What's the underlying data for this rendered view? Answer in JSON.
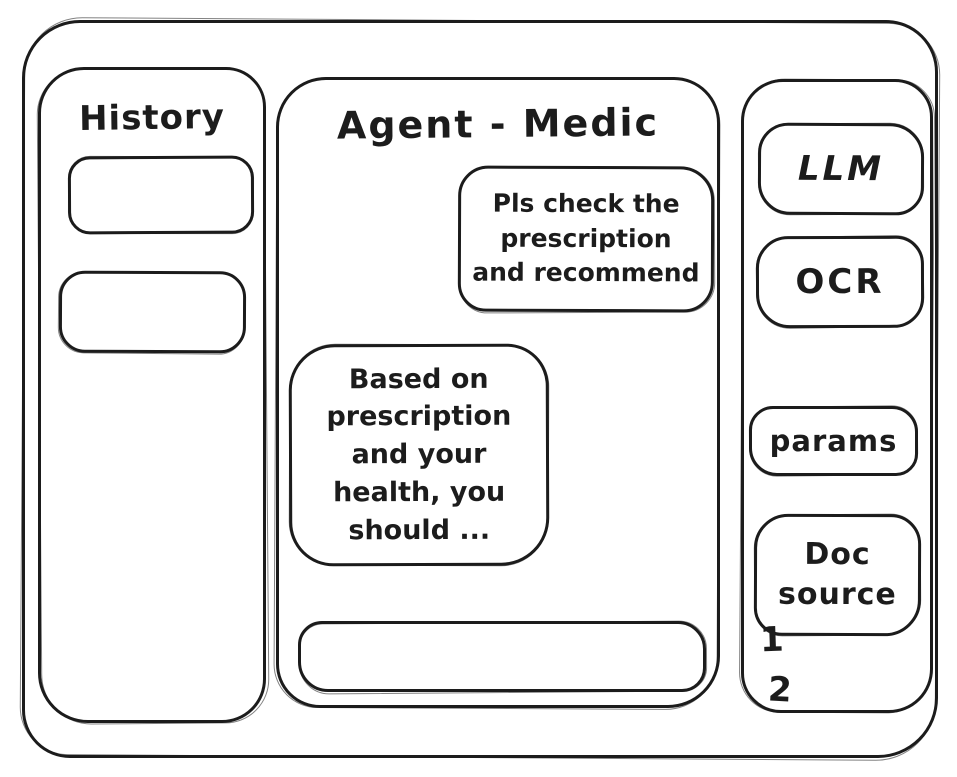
{
  "colors": {
    "ink": "#1c1c1c",
    "background": "#ffffff"
  },
  "history_panel": {
    "title": "History",
    "items": [
      {
        "label": ""
      },
      {
        "label": ""
      }
    ]
  },
  "chat_panel": {
    "title": "Agent - Medic",
    "messages": [
      {
        "role": "user",
        "text": "Pls check the\nprescription\nand recommend"
      },
      {
        "role": "assistant",
        "text": "Based on\nprescription\nand your\nhealth, you\nshould ..."
      }
    ],
    "input": {
      "value": ""
    }
  },
  "tools_panel": {
    "buttons": [
      {
        "label": "LLM"
      },
      {
        "label": "OCR"
      },
      {
        "label": "params"
      }
    ],
    "doc_source": {
      "label": "Doc\nsource",
      "items": [
        "1",
        "2"
      ]
    }
  }
}
